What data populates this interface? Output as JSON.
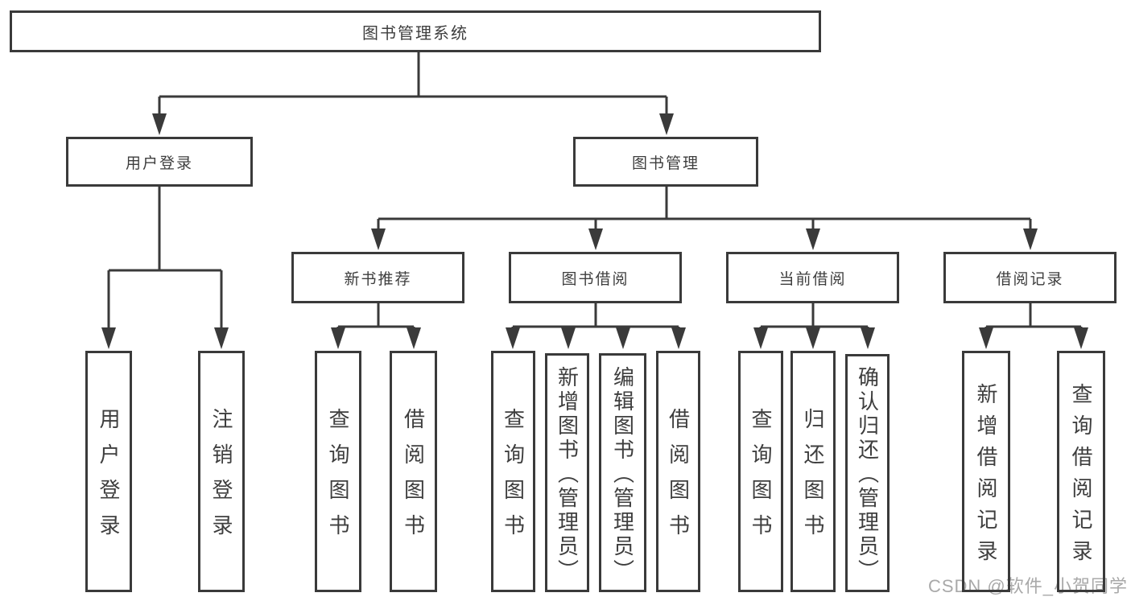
{
  "title": {
    "label": "图书管理系统"
  },
  "level2": [
    {
      "label": "用户登录"
    },
    {
      "label": "图书管理"
    }
  ],
  "level3": [
    {
      "label": "新书推荐"
    },
    {
      "label": "图书借阅"
    },
    {
      "label": "当前借阅"
    },
    {
      "label": "借阅记录"
    }
  ],
  "leaves": {
    "user_login": [
      {
        "label": "用户登录"
      },
      {
        "label": "注销登录"
      }
    ],
    "new_book_recommend": [
      {
        "label": "查询图书"
      },
      {
        "label": "借阅图书"
      }
    ],
    "book_borrow": [
      {
        "label": "查询图书"
      },
      {
        "label": "新增图书（管理员）"
      },
      {
        "label": "编辑图书（管理员）"
      },
      {
        "label": "借阅图书"
      }
    ],
    "current_borrow": [
      {
        "label": "查询图书"
      },
      {
        "label": "归还图书"
      },
      {
        "label": "确认归还（管理员）"
      }
    ],
    "borrow_record": [
      {
        "label": "新增借阅记录"
      },
      {
        "label": "查询借阅记录"
      }
    ]
  },
  "watermark": {
    "text": "CSDN @软件_小贺同学"
  },
  "colors": {
    "line": "#3a3a3a",
    "text": "#3e3e3e",
    "background": "#ffffff",
    "watermark": "#a9a9a9"
  }
}
